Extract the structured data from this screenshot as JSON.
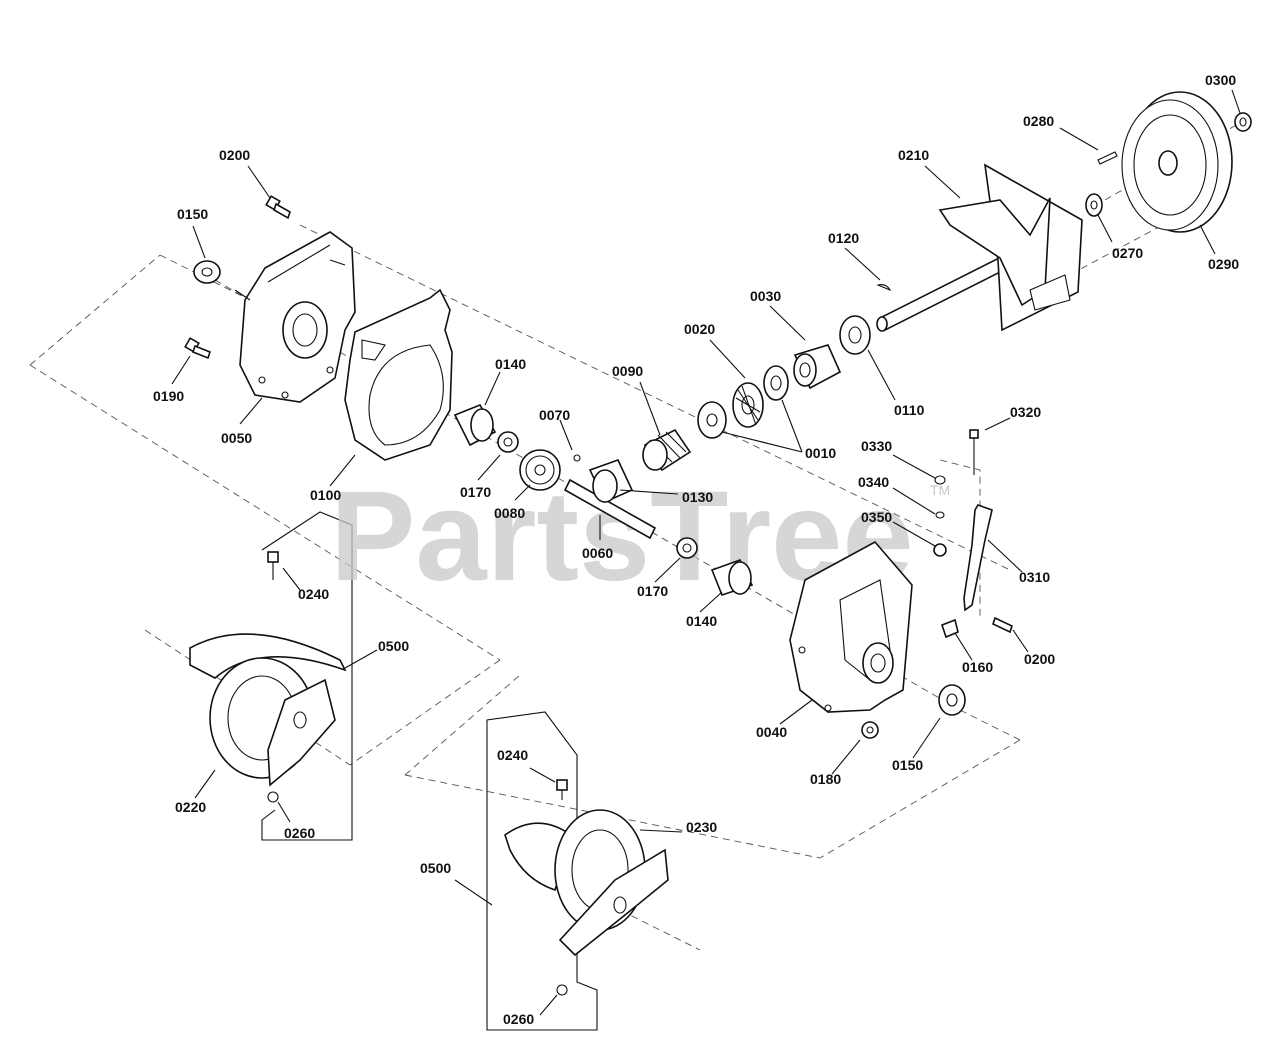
{
  "watermark": {
    "text": "PartsTree",
    "trademark": "TM"
  },
  "labels": {
    "p0300": "0300",
    "p0280": "0280",
    "p0210": "0210",
    "p0200_top": "0200",
    "p0150_top": "0150",
    "p0120": "0120",
    "p0270": "0270",
    "p0290": "0290",
    "p0030": "0030",
    "p0020": "0020",
    "p0110": "0110",
    "p0190": "0190",
    "p0050": "0050",
    "p0140_top": "0140",
    "p0090": "0090",
    "p0070": "0070",
    "p0010": "0010",
    "p0320": "0320",
    "p0330": "0330",
    "p0340": "0340",
    "p0350": "0350",
    "p0100": "0100",
    "p0170_top": "0170",
    "p0130": "0130",
    "p0080": "0080",
    "p0060": "0060",
    "p0310": "0310",
    "p0240_left": "0240",
    "p0170_bot": "0170",
    "p0140_bot": "0140",
    "p0500_left": "0500",
    "p0160": "0160",
    "p0200_right": "0200",
    "p0040": "0040",
    "p0180": "0180",
    "p0150_bot": "0150",
    "p0220": "0220",
    "p0260_left": "0260",
    "p0240_bot": "0240",
    "p0230": "0230",
    "p0500_bot": "0500",
    "p0260_bot": "0260"
  }
}
